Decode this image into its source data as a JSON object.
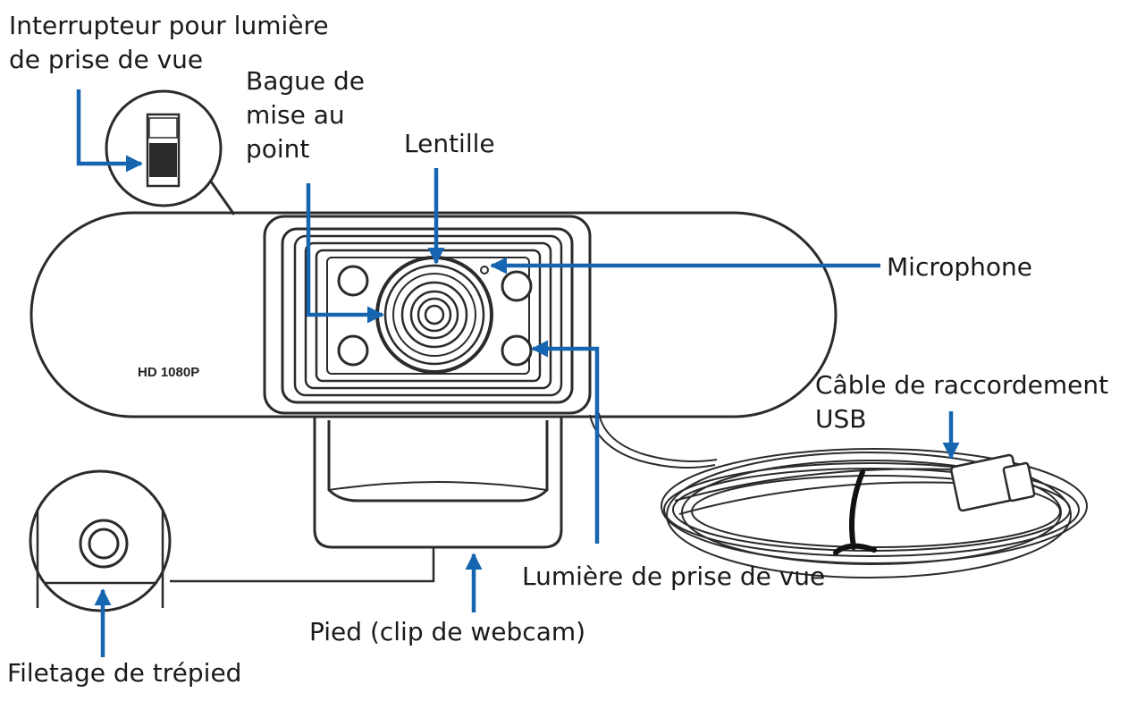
{
  "device": {
    "badge_text": "HD 1080P"
  },
  "labels": {
    "switch": {
      "lines": [
        "Interrupteur pour lumière",
        "de prise de vue"
      ]
    },
    "focus_ring": {
      "lines": [
        "Bague de",
        "mise au",
        "point"
      ]
    },
    "lens": {
      "text": "Lentille"
    },
    "microphone": {
      "text": "Microphone"
    },
    "usb_cable": {
      "lines": [
        "Câble de raccordement",
        "USB"
      ]
    },
    "fill_light": {
      "text": "Lumière de prise de vue"
    },
    "stand": {
      "text": "Pied (clip de webcam)"
    },
    "tripod_thread": {
      "text": "Filetage de trépied"
    }
  },
  "colors": {
    "arrow": "#1565b0",
    "outline": "#2b2b2b",
    "text": "#1a1a1a"
  }
}
